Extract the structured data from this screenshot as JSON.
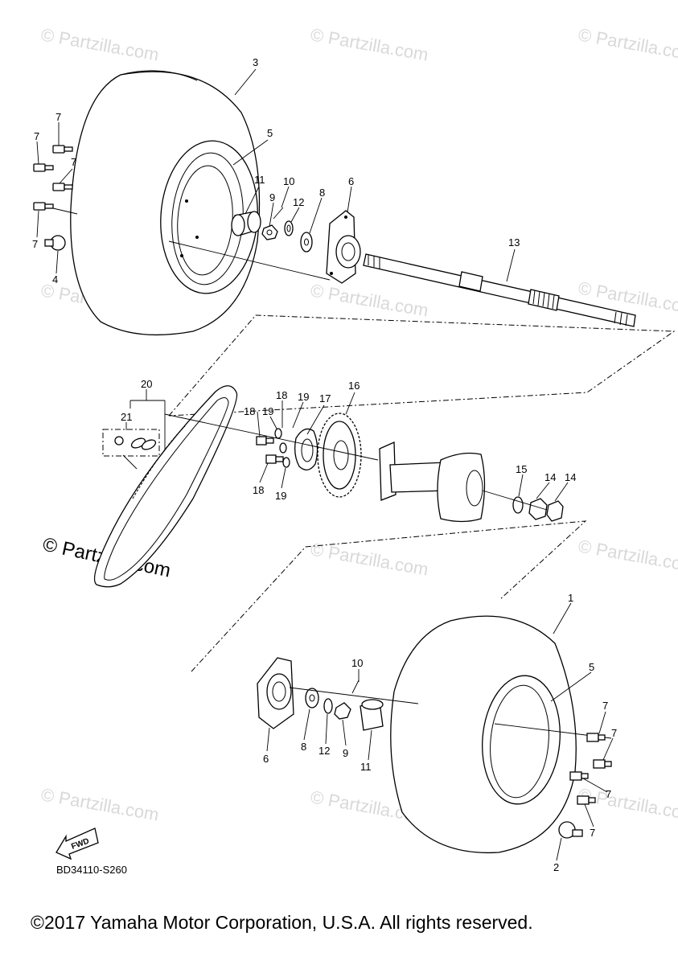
{
  "diagram": {
    "diagram_code": "BD34110-S260",
    "fwd_label": "FWD",
    "copyright": "©2017 Yamaha Motor Corporation, U.S.A. All rights reserved.",
    "watermark_small": "© Partzilla.com",
    "watermark_large": "© Partzilla.com",
    "callouts": {
      "c1": "1",
      "c2": "2",
      "c3": "3",
      "c4": "4",
      "c5a": "5",
      "c5b": "5",
      "c6a": "6",
      "c6b": "6",
      "c7a": "7",
      "c7b": "7",
      "c7c": "7",
      "c7d": "7",
      "c7e": "7",
      "c7f": "7",
      "c7g": "7",
      "c7h": "7",
      "c8a": "8",
      "c8b": "8",
      "c9a": "9",
      "c9b": "9",
      "c10a": "10",
      "c10b": "10",
      "c11a": "11",
      "c11b": "11",
      "c12a": "12",
      "c12b": "12",
      "c13": "13",
      "c14a": "14",
      "c14b": "14",
      "c15": "15",
      "c16": "16",
      "c17": "17",
      "c18a": "18",
      "c18b": "18",
      "c18c": "18",
      "c19a": "19",
      "c19b": "19",
      "c19c": "19",
      "c20": "20",
      "c21": "21"
    }
  }
}
